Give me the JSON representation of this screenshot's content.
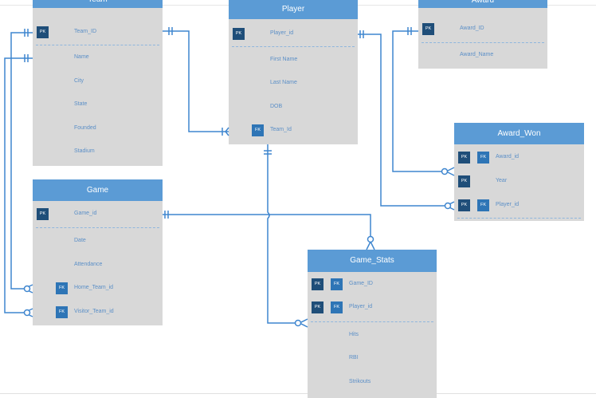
{
  "colors": {
    "header": "#5b9bd5",
    "body": "#d8d8d8",
    "pk": "#1f4e79",
    "fk": "#2e75b6",
    "connector": "#3f86cf"
  },
  "badges": {
    "pk": "PK",
    "fk": "FK"
  },
  "entities": {
    "team": {
      "title": "Team",
      "fields": [
        "Team_ID",
        "Name",
        "City",
        "State",
        "Founded",
        "Stadium"
      ]
    },
    "player": {
      "title": "Player",
      "fields": [
        "Player_id",
        "First Name",
        "Last Name",
        "DOB",
        "Team_Id"
      ]
    },
    "award": {
      "title": "Award",
      "fields": [
        "Award_ID",
        "Award_Name"
      ]
    },
    "award_won": {
      "title": "Award_Won",
      "fields": [
        "Award_id",
        "Year",
        "Player_id"
      ]
    },
    "game": {
      "title": "Game",
      "fields": [
        "Game_id",
        "Date",
        "Attendance",
        "Home_Team_id",
        "Visitor_Team_id"
      ]
    },
    "game_stats": {
      "title": "Game_Stats",
      "fields": [
        "Game_ID",
        "Player_id",
        "Hits",
        "RBI",
        "Strikouts"
      ]
    }
  }
}
